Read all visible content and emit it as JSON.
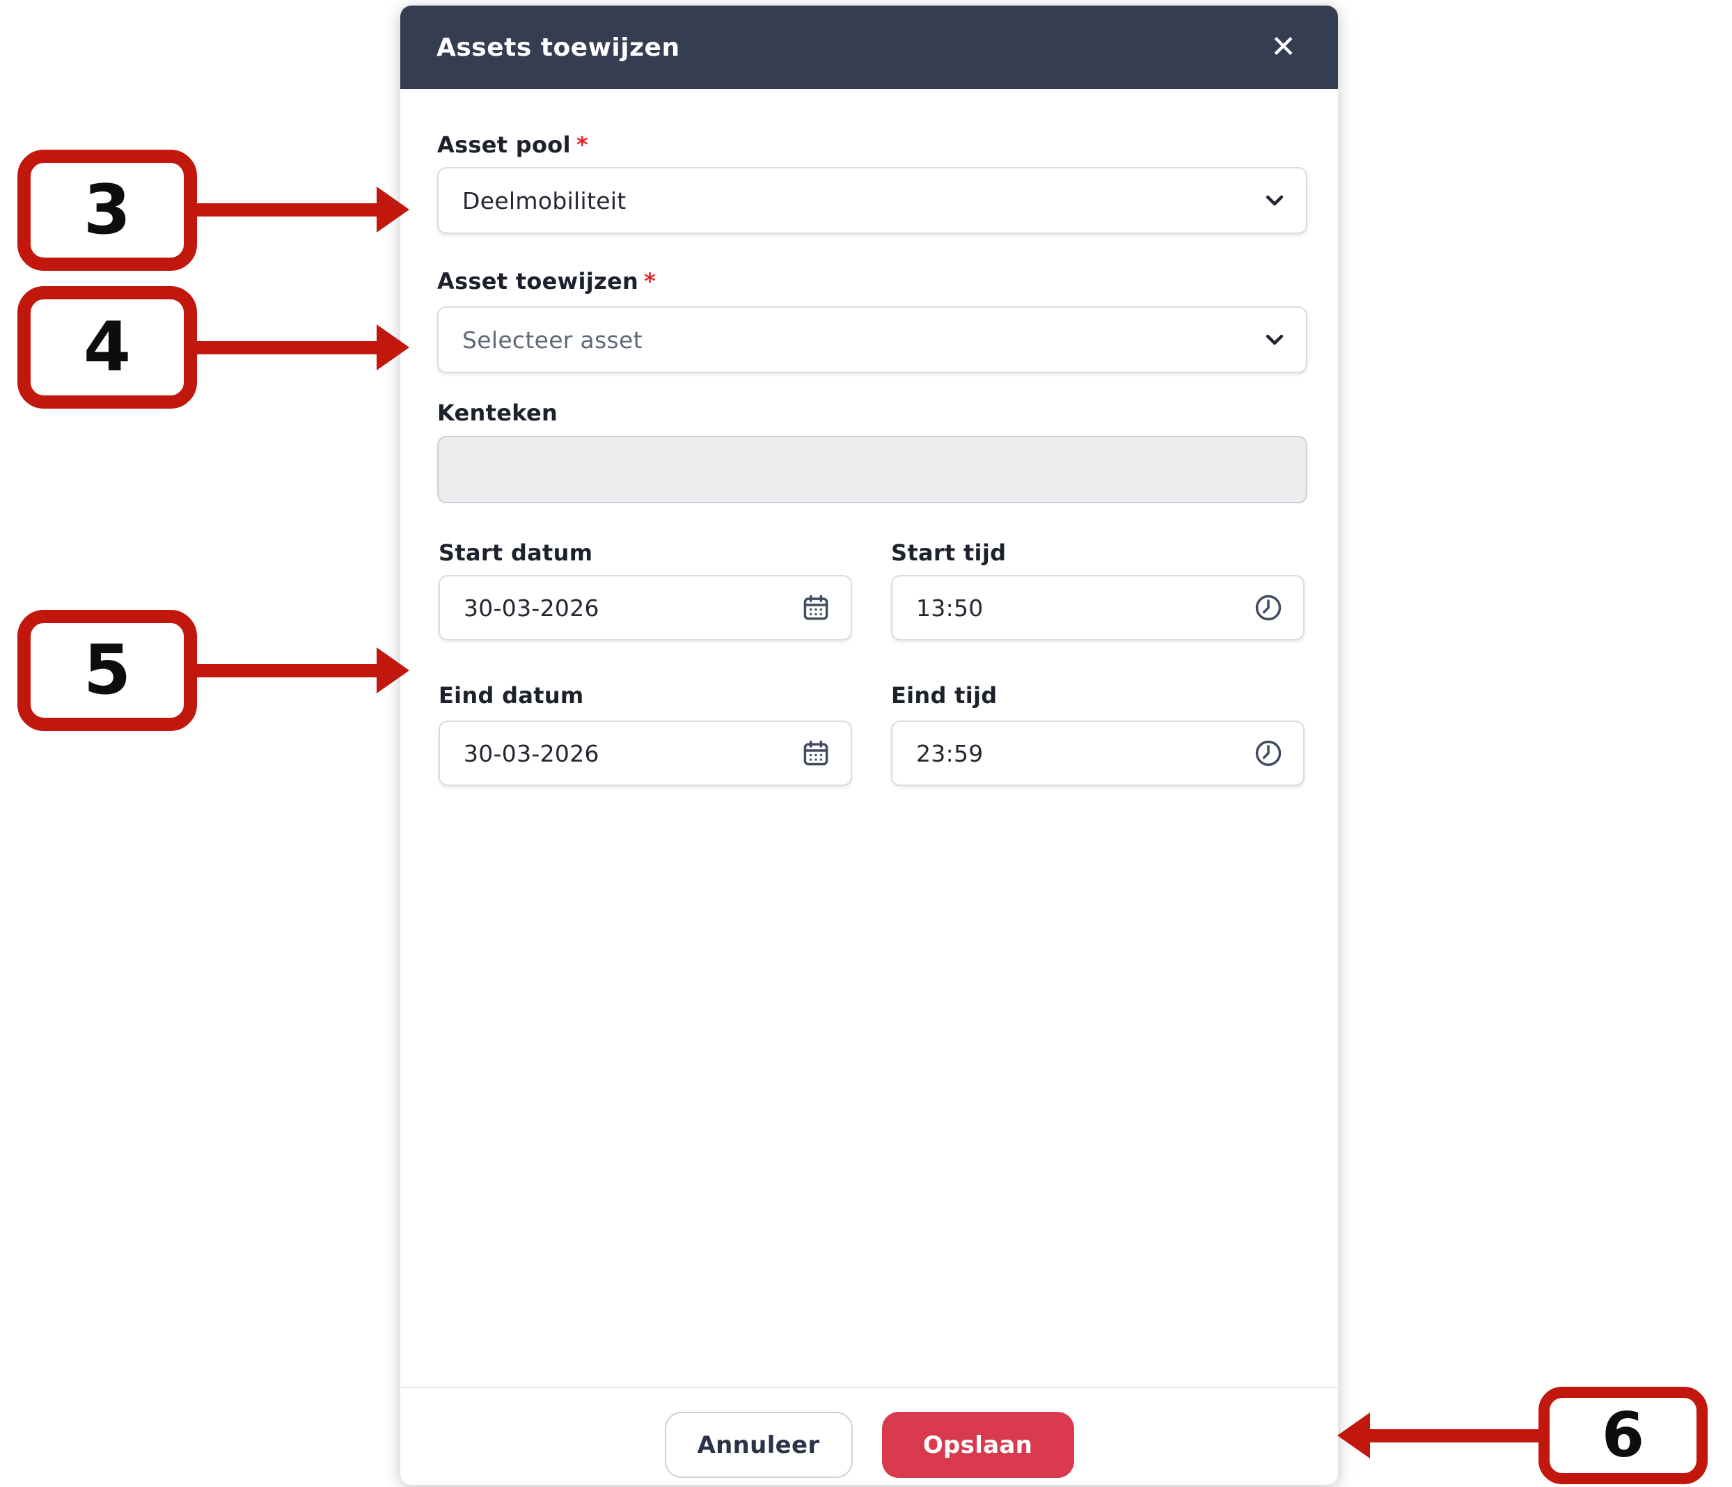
{
  "modal": {
    "title": "Assets toewijzen",
    "close_icon": "✕",
    "fields": {
      "asset_pool": {
        "label": "Asset pool",
        "required": "*",
        "value": "Deelmobiliteit"
      },
      "asset_select": {
        "label": "Asset toewijzen",
        "required": "*",
        "placeholder": "Selecteer asset"
      },
      "kenteken": {
        "label": "Kenteken",
        "value": ""
      },
      "start_datum": {
        "label": "Start datum",
        "value": "30-03-2026"
      },
      "start_tijd": {
        "label": "Start tijd",
        "value": "13:50"
      },
      "eind_datum": {
        "label": "Eind datum",
        "value": "30-03-2026"
      },
      "eind_tijd": {
        "label": "Eind tijd",
        "value": "23:59"
      }
    },
    "footer": {
      "cancel_label": "Annuleer",
      "save_label": "Opslaan"
    }
  },
  "annotations": [
    {
      "label": "3",
      "points_to": "asset-pool-select"
    },
    {
      "label": "4",
      "points_to": "asset-select"
    },
    {
      "label": "5",
      "points_to": "date-time-fields"
    },
    {
      "label": "6",
      "points_to": "footer-buttons"
    }
  ],
  "icons": {
    "chevron_down": "chevron-down-icon",
    "calendar": "calendar-icon",
    "clock": "clock-icon",
    "close": "close-icon"
  },
  "colors": {
    "header_bg": "#353d50",
    "save_button": "#d93a4e",
    "callout_red": "#c1170d",
    "required_asterisk": "#e8252b",
    "disabled_field_bg": "#ececee"
  }
}
